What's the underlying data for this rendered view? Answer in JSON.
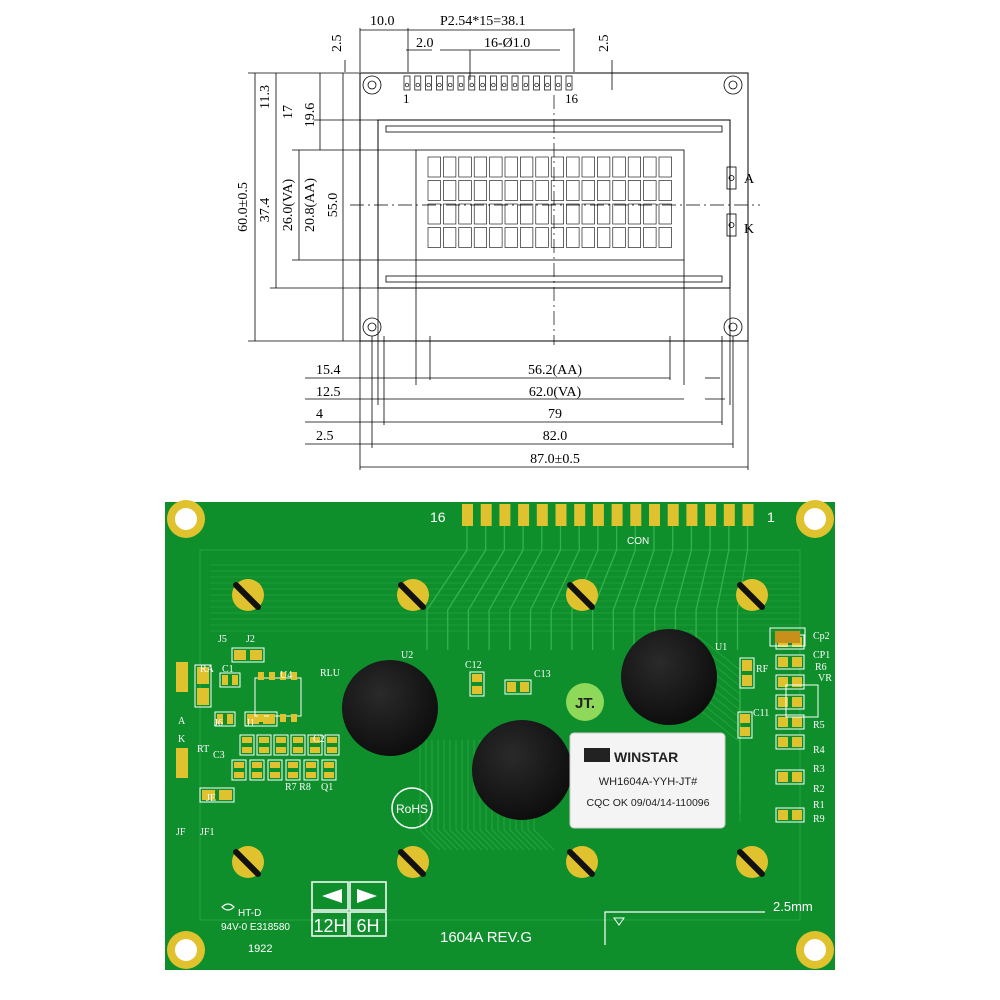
{
  "drawing": {
    "top_dims": {
      "left_margin": "10.0",
      "pitch": "P2.54*15=38.1",
      "pin_width": "2.0",
      "holes": "16-Ø1.0",
      "top_margin_left": "2.5",
      "top_margin_right": "2.5"
    },
    "pin_labels": {
      "first": "1",
      "last": "16"
    },
    "backlight": {
      "anode": "A",
      "cathode": "K"
    },
    "vertical_dims": {
      "total_height": "60.0±0.5",
      "height_374": "37.4",
      "va_height": "26.0(VA)",
      "aa_height": "20.8(AA)",
      "offset_113": "11.3",
      "offset_17": "17",
      "offset_196": "19.6",
      "height_55": "55.0"
    },
    "horizontal_dims": [
      {
        "offset": "15.4",
        "value": "56.2(AA)"
      },
      {
        "offset": "12.5",
        "value": "62.0(VA)"
      },
      {
        "offset": "4",
        "value": "79"
      },
      {
        "offset": "2.5",
        "value": "82.0"
      },
      {
        "offset": "",
        "value": "87.0±0.5"
      }
    ],
    "char_grid": {
      "cols": 16,
      "rows": 4
    }
  },
  "pcb": {
    "colors": {
      "board": "#0e8f2c",
      "trace": "#36b24a",
      "gold": "#e0c22e",
      "silk": "#ffffff",
      "chip": "#141414"
    },
    "header_left": "16",
    "header_right": "1",
    "con": "CON",
    "labels": {
      "j5": "J5",
      "j2": "J2",
      "ra": "RA",
      "c1": "C1",
      "u4": "U4",
      "rlu": "RLU",
      "u2": "U2",
      "c12": "C12",
      "c13": "C13",
      "u1": "U1",
      "cp2": "Cp2",
      "cp1": "CP1",
      "r6": "R6",
      "vr": "VR",
      "rf": "RF",
      "c11": "C11",
      "r5": "R5",
      "r4": "R4",
      "r3": "R3",
      "r2": "R2",
      "r1": "R1",
      "r9": "R9",
      "a": "A",
      "k": "K",
      "j6": "J6",
      "j1": "J1",
      "c2": "C2",
      "rt": "RT",
      "c3": "C3",
      "r7r8": "R7 R8",
      "q1": "Q1",
      "je": "JE",
      "jf": "JF",
      "jf1": "JF1"
    },
    "jt": "JT.",
    "sticker": {
      "brand": "WINSTAR",
      "model": "WH1604A-YYH-JT#",
      "qc": "CQC OK 09/04/14-110096"
    },
    "rohs": "RoHS",
    "orient_12h": "12H",
    "orient_6h": "6H",
    "revision": "1604A  REV.G",
    "spacing": "2.5mm",
    "ul_line1": "HT-D",
    "ul_line2": "94V-0 E318580",
    "date_code": "1922"
  }
}
